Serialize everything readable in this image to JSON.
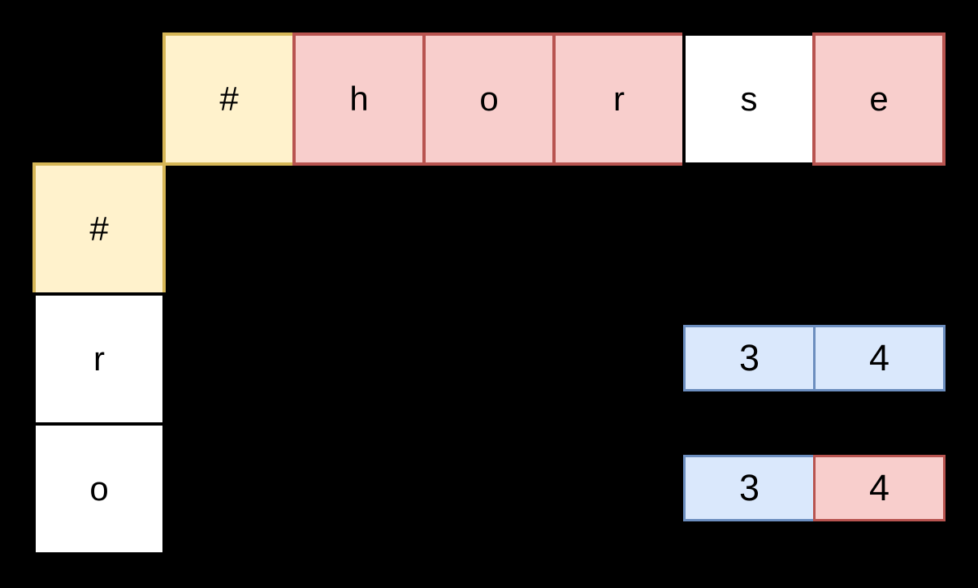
{
  "diagram": {
    "description": "edit-distance grid diagram",
    "top_row": {
      "cells": [
        {
          "label": "#",
          "style": "yellow"
        },
        {
          "label": "h",
          "style": "pink"
        },
        {
          "label": "o",
          "style": "pink"
        },
        {
          "label": "r",
          "style": "pink"
        },
        {
          "label": "s",
          "style": "white"
        },
        {
          "label": "e",
          "style": "pink"
        }
      ]
    },
    "left_column": {
      "cells": [
        {
          "label": "#",
          "style": "yellow"
        },
        {
          "label": "r",
          "style": "white"
        },
        {
          "label": "o",
          "style": "white"
        }
      ]
    },
    "mini_tables": [
      {
        "row": "r",
        "cells": [
          {
            "label": "3",
            "style": "blue"
          },
          {
            "label": "4",
            "style": "blue"
          }
        ]
      },
      {
        "row": "o",
        "cells": [
          {
            "label": "3",
            "style": "blue"
          },
          {
            "label": "4",
            "style": "pink"
          }
        ]
      }
    ],
    "colors": {
      "background": "#000000",
      "yellow_fill": "#FFF2CC",
      "yellow_border": "#D6B656",
      "pink_fill": "#F8CECC",
      "pink_border": "#B85450",
      "white_fill": "#FFFFFF",
      "white_border": "#000000",
      "blue_fill": "#DAE8FC",
      "blue_border": "#6C8EBF",
      "text": "#000000"
    }
  }
}
